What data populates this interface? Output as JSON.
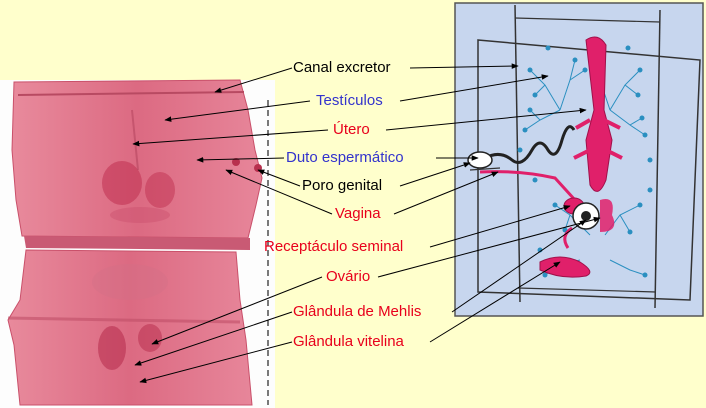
{
  "colors": {
    "background": "#ffffcc",
    "label_black": "#000000",
    "label_blue": "#3333cc",
    "label_red": "#e8001c",
    "specimen_pink": "#d9607a",
    "organ_magenta": "#e0206a",
    "vitelline_blue": "#2a8fc0",
    "drawing_bg": "#c7d6ee"
  },
  "labels": {
    "canal_excretor": "Canal excretor",
    "testiculos": "Testículos",
    "utero": "Útero",
    "duto_espermatico": "Duto espermático",
    "poro_genital": "Poro genital",
    "vagina": "Vagina",
    "receptaculo_seminal": "Receptáculo seminal",
    "ovario": "Ovário",
    "glandula_mehlis": "Glândula de Mehlis",
    "glandula_vitelina": "Glândula vitelina"
  },
  "images": {
    "left": "stained-proglottid-photo",
    "right": "proglottid-anatomy-drawing"
  }
}
